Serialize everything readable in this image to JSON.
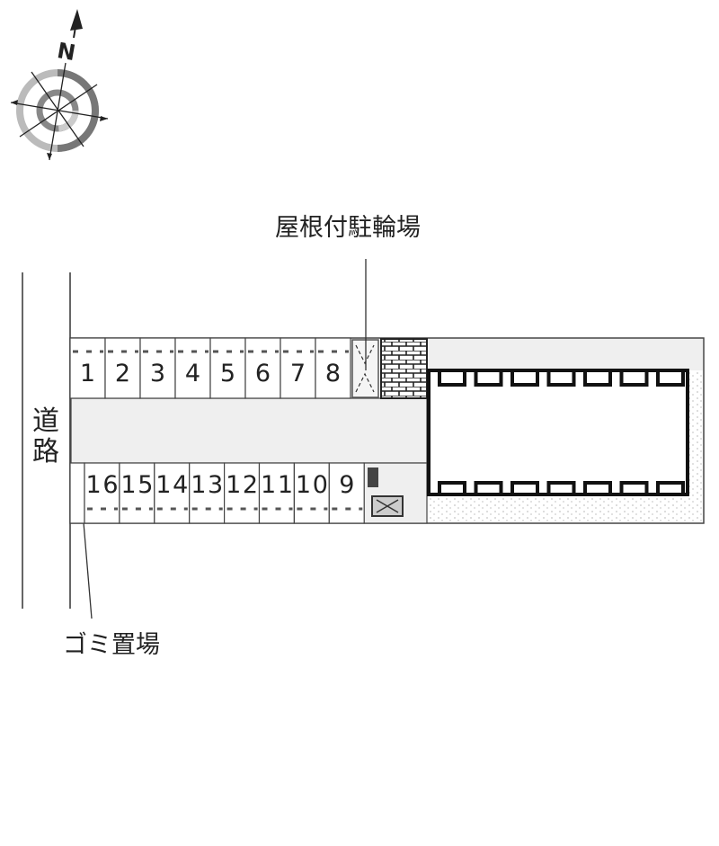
{
  "labels": {
    "bicycle_parking": "屋根付駐輪場",
    "garbage_area": "ゴミ置場",
    "road_char1": "道",
    "road_char2": "路",
    "north": "N"
  },
  "parking": {
    "top_row": [
      "1",
      "2",
      "3",
      "4",
      "5",
      "6",
      "7",
      "8"
    ],
    "bottom_row": [
      "16",
      "15",
      "14",
      "13",
      "12",
      "11",
      "10",
      "9"
    ]
  },
  "colors": {
    "aisle": "#efefef",
    "line": "#333333",
    "garbage": "#d6f0b8"
  }
}
